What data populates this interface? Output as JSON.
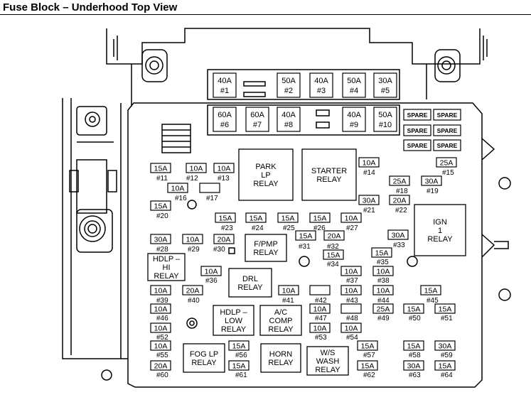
{
  "title": "Fuse Block – Underhood Top View",
  "maxi_fuses": [
    {
      "amp": "40A",
      "num": "#1"
    },
    {
      "amp": "50A",
      "num": "#2"
    },
    {
      "amp": "40A",
      "num": "#3"
    },
    {
      "amp": "50A",
      "num": "#4"
    },
    {
      "amp": "30A",
      "num": "#5"
    },
    {
      "amp": "60A",
      "num": "#6"
    },
    {
      "amp": "60A",
      "num": "#7"
    },
    {
      "amp": "40A",
      "num": "#8"
    },
    {
      "amp": "40A",
      "num": "#9"
    },
    {
      "amp": "50A",
      "num": "#10"
    }
  ],
  "mini_fuses": [
    {
      "amp": "15A",
      "num": "#11"
    },
    {
      "amp": "10A",
      "num": "#12"
    },
    {
      "amp": "10A",
      "num": "#13"
    },
    {
      "amp": "10A",
      "num": "#14"
    },
    {
      "amp": "25A",
      "num": "#15"
    },
    {
      "amp": "10A",
      "num": "#16"
    },
    {
      "amp": "",
      "num": "#17"
    },
    {
      "amp": "25A",
      "num": "#18"
    },
    {
      "amp": "30A",
      "num": "#19"
    },
    {
      "amp": "15A",
      "num": "#20"
    },
    {
      "amp": "30A",
      "num": "#21"
    },
    {
      "amp": "20A",
      "num": "#22"
    },
    {
      "amp": "15A",
      "num": "#23"
    },
    {
      "amp": "15A",
      "num": "#24"
    },
    {
      "amp": "15A",
      "num": "#25"
    },
    {
      "amp": "15A",
      "num": "#26"
    },
    {
      "amp": "10A",
      "num": "#27"
    },
    {
      "amp": "30A",
      "num": "#28"
    },
    {
      "amp": "10A",
      "num": "#29"
    },
    {
      "amp": "20A",
      "num": "#30"
    },
    {
      "amp": "15A",
      "num": "#31"
    },
    {
      "amp": "20A",
      "num": "#32"
    },
    {
      "amp": "30A",
      "num": "#33"
    },
    {
      "amp": "15A",
      "num": "#34"
    },
    {
      "amp": "15A",
      "num": "#35"
    },
    {
      "amp": "10A",
      "num": "#36"
    },
    {
      "amp": "10A",
      "num": "#37"
    },
    {
      "amp": "10A",
      "num": "#38"
    },
    {
      "amp": "10A",
      "num": "#39"
    },
    {
      "amp": "20A",
      "num": "#40"
    },
    {
      "amp": "10A",
      "num": "#41"
    },
    {
      "amp": "",
      "num": "#42"
    },
    {
      "amp": "10A",
      "num": "#43"
    },
    {
      "amp": "10A",
      "num": "#44"
    },
    {
      "amp": "15A",
      "num": "#45"
    },
    {
      "amp": "10A",
      "num": "#46"
    },
    {
      "amp": "10A",
      "num": "#47"
    },
    {
      "amp": "",
      "num": "#48"
    },
    {
      "amp": "25A",
      "num": "#49"
    },
    {
      "amp": "15A",
      "num": "#50"
    },
    {
      "amp": "15A",
      "num": "#51"
    },
    {
      "amp": "10A",
      "num": "#52"
    },
    {
      "amp": "10A",
      "num": "#53"
    },
    {
      "amp": "10A",
      "num": "#54"
    },
    {
      "amp": "10A",
      "num": "#55"
    },
    {
      "amp": "15A",
      "num": "#56"
    },
    {
      "amp": "15A",
      "num": "#57"
    },
    {
      "amp": "15A",
      "num": "#58"
    },
    {
      "amp": "30A",
      "num": "#59"
    },
    {
      "amp": "20A",
      "num": "#60"
    },
    {
      "amp": "15A",
      "num": "#61"
    },
    {
      "amp": "15A",
      "num": "#62"
    },
    {
      "amp": "30A",
      "num": "#63"
    },
    {
      "amp": "15A",
      "num": "#64"
    }
  ],
  "spare_label": "SPARE",
  "relays": [
    {
      "lines": [
        "PARK",
        "LP",
        "RELAY"
      ]
    },
    {
      "lines": [
        "STARTER",
        "RELAY"
      ]
    },
    {
      "lines": [
        "IGN",
        "1",
        "RELAY"
      ]
    },
    {
      "lines": [
        "F/PMP",
        "RELAY"
      ]
    },
    {
      "lines": [
        "HDLP –",
        "HI",
        "RELAY"
      ]
    },
    {
      "lines": [
        "DRL",
        "RELAY"
      ]
    },
    {
      "lines": [
        "HDLP –",
        "LOW",
        "RELAY"
      ]
    },
    {
      "lines": [
        "A/C",
        "COMP",
        "RELAY"
      ]
    },
    {
      "lines": [
        "FOG LP",
        "RELAY"
      ]
    },
    {
      "lines": [
        "HORN",
        "RELAY"
      ]
    },
    {
      "lines": [
        "W/S",
        "WASH",
        "RELAY"
      ]
    }
  ]
}
